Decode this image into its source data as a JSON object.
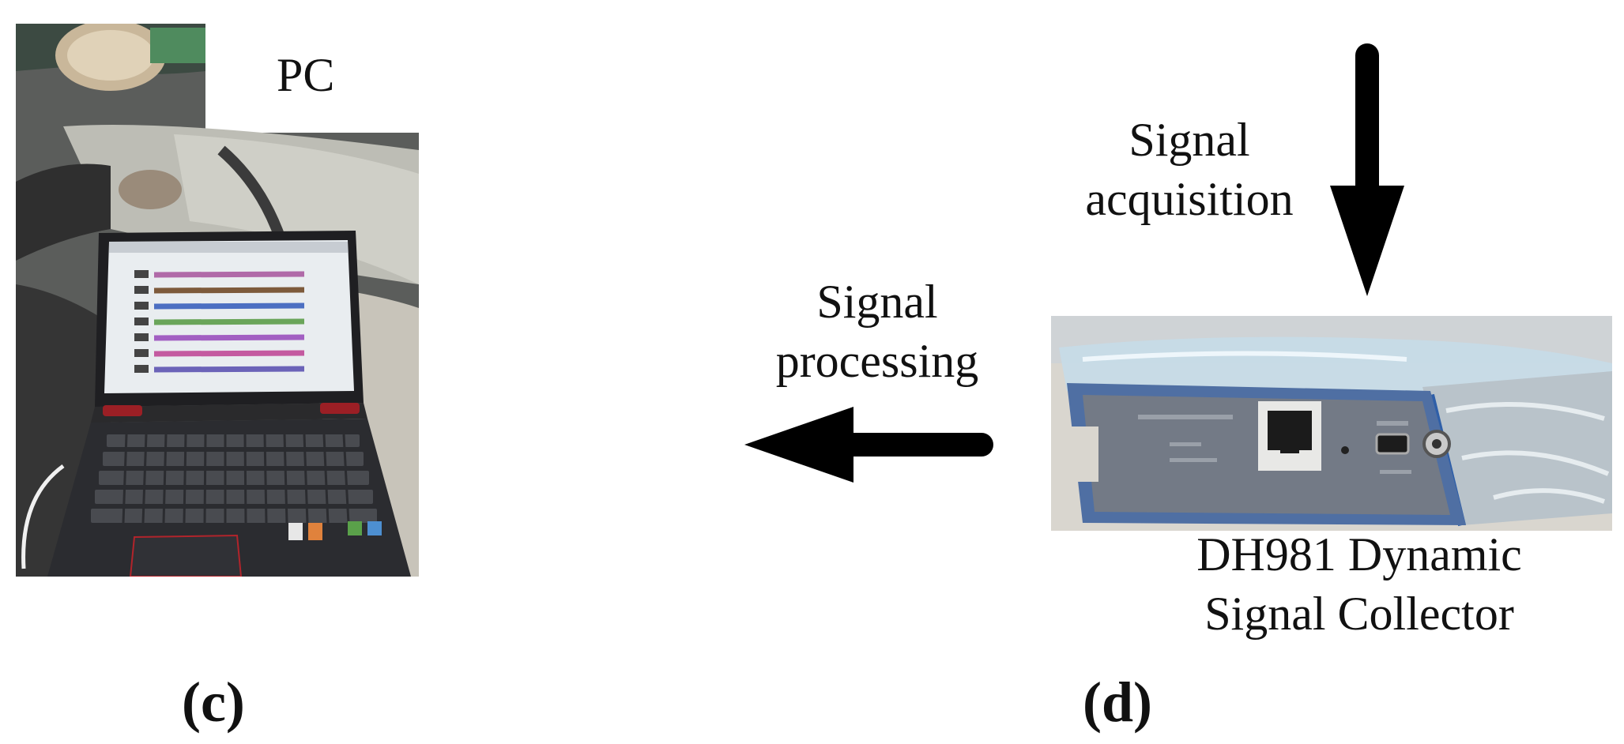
{
  "pc": {
    "label": "PC"
  },
  "acquisition": {
    "line1": "Signal",
    "line2": "acquisition"
  },
  "processing": {
    "line1": "Signal",
    "line2": "processing"
  },
  "collector": {
    "line1": "DH981 Dynamic",
    "line2": "Signal Collector"
  },
  "panels": {
    "left": "(c)",
    "right": "(d)"
  },
  "icons": {
    "laptop_photo": "laptop-photo",
    "collector_photo": "device-photo",
    "down_arrow": "arrow-down-icon",
    "left_arrow": "arrow-left-icon"
  }
}
